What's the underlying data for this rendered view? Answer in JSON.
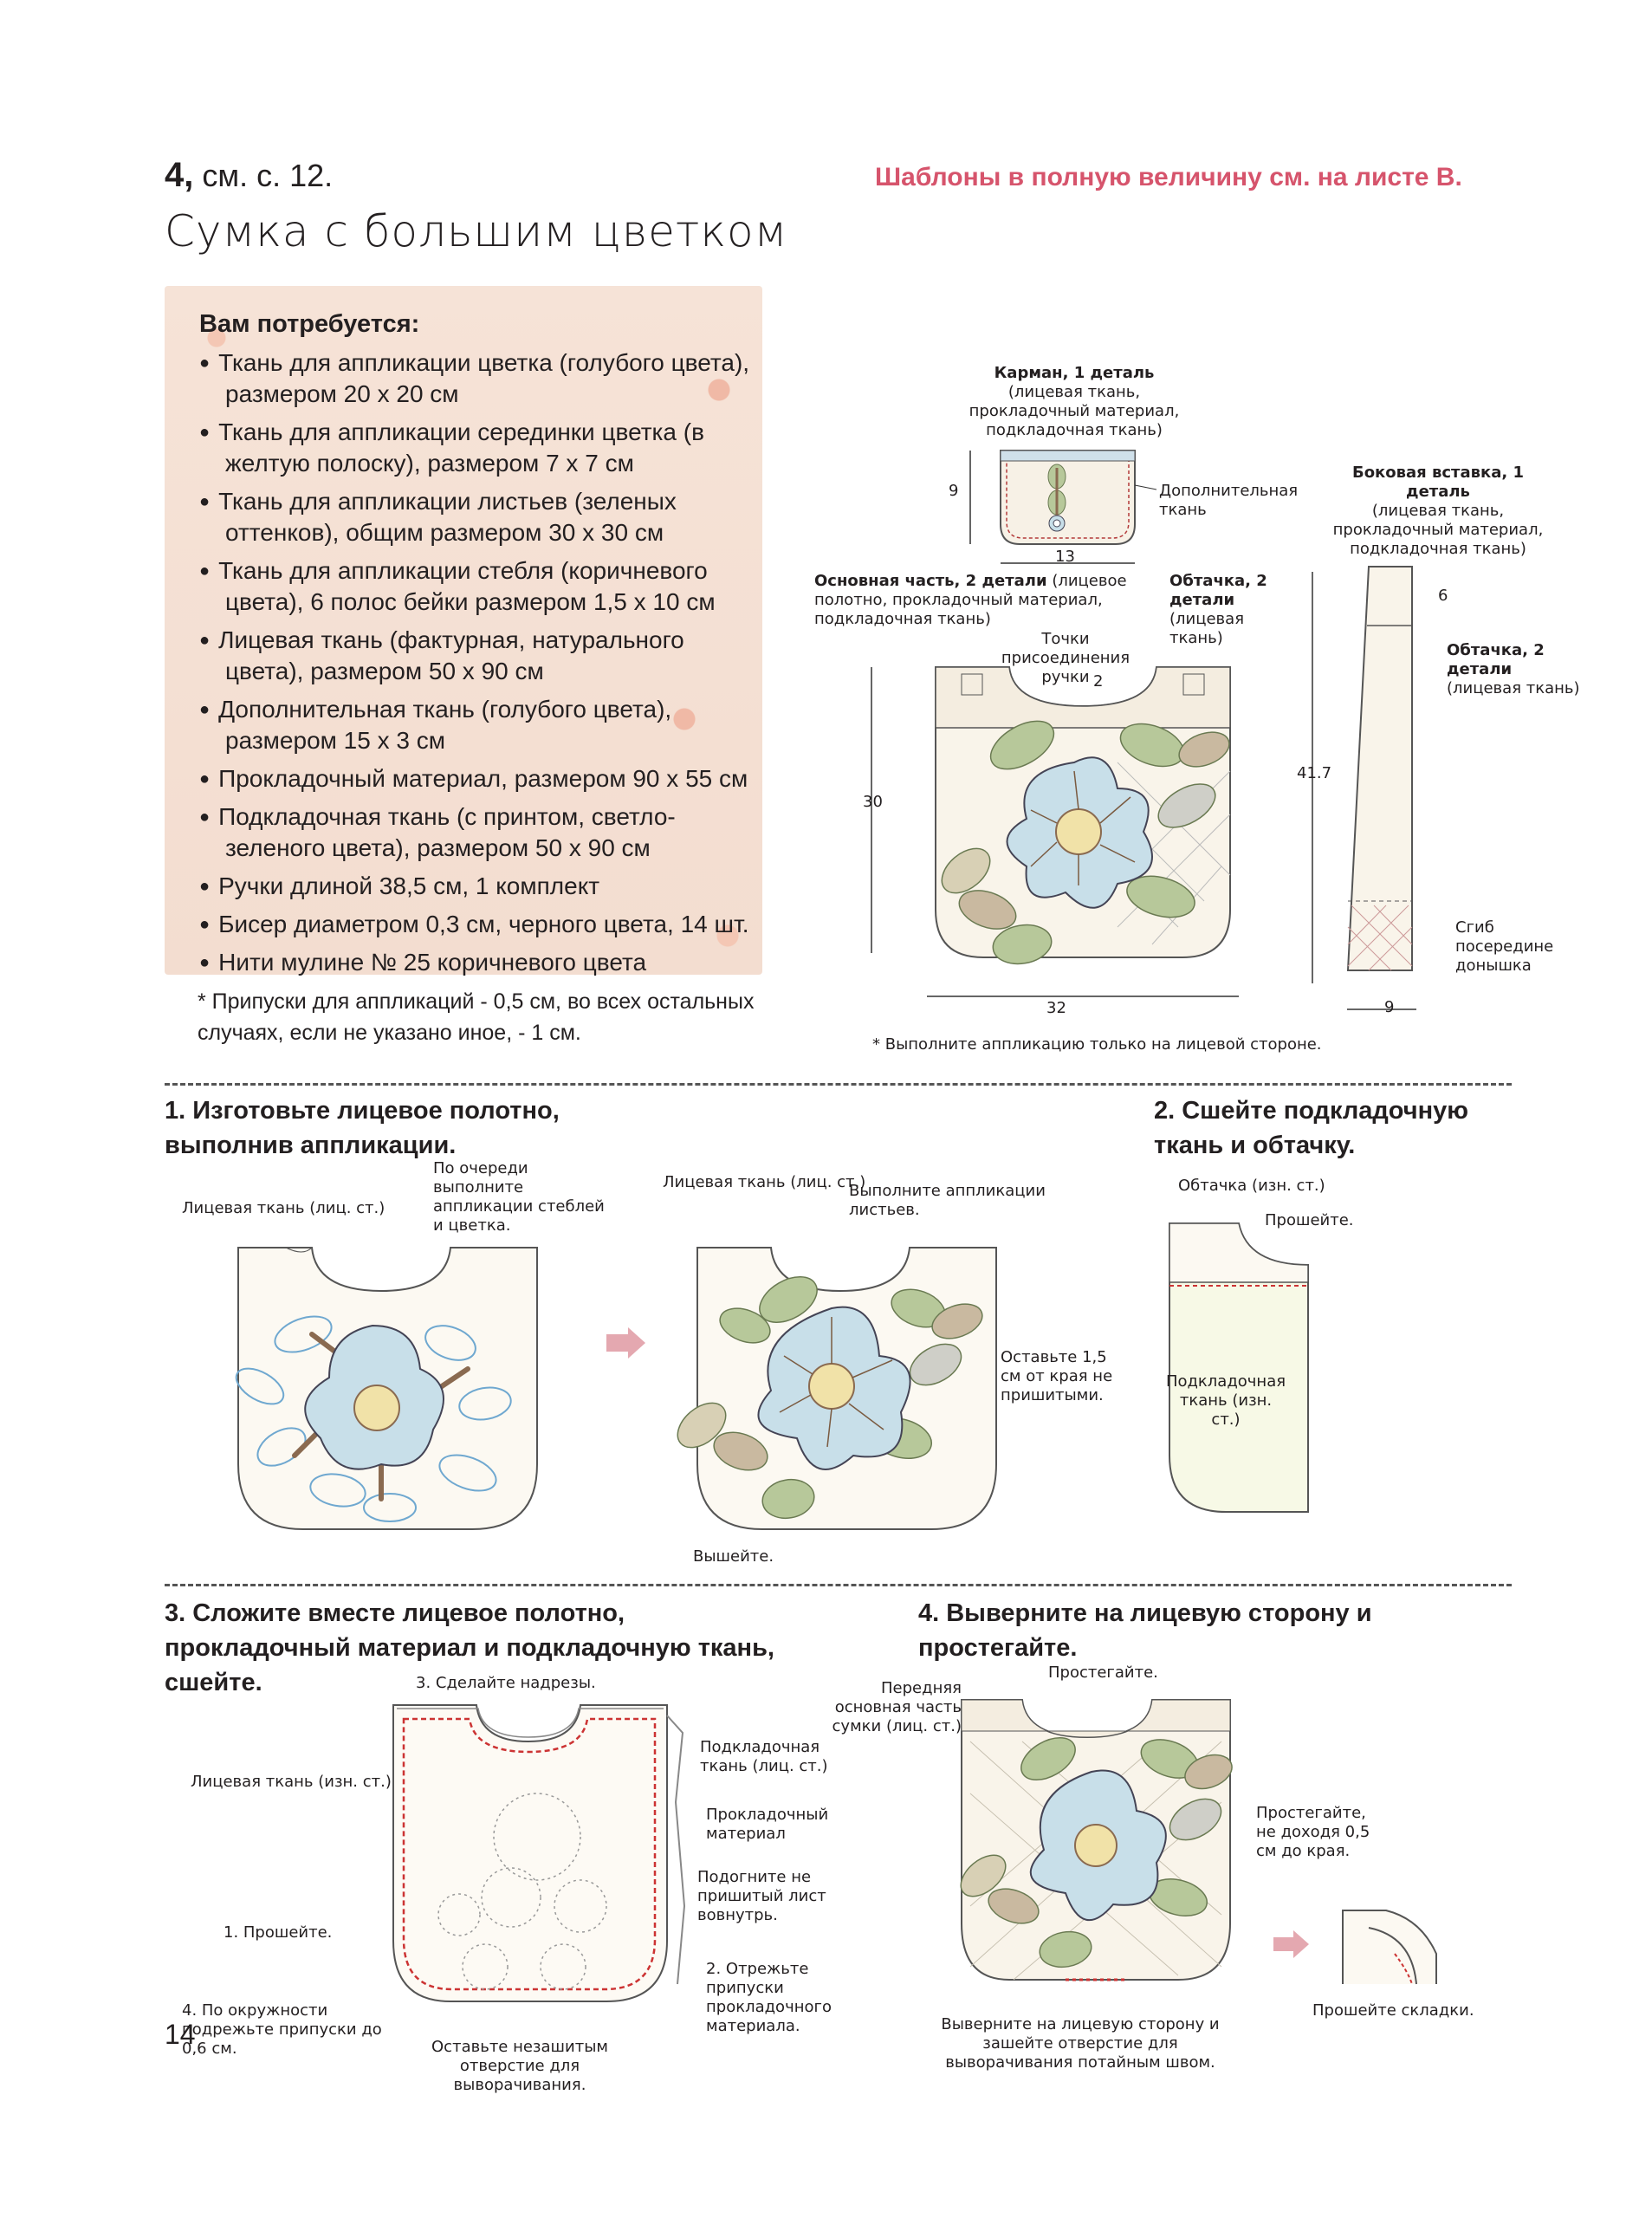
{
  "header": {
    "ref_num": "4,",
    "ref_text": " см. с. 12.",
    "title": "Сумка с большим цветком",
    "templates_note": "Шаблоны в полную величину см. на листе В."
  },
  "materials": {
    "heading": "Вам потребуется:",
    "items": [
      "Ткань для аппликации цветка (голубого цвета), размером 20 х 20 см",
      "Ткань для аппликации серединки цветка (в желтую полоску), размером 7 х 7 см",
      "Ткань для аппликации листьев (зеленых оттенков), общим размером 30 х 30 см",
      "Ткань для аппликации стебля (коричневого цвета), 6 полос бейки размером 1,5 х 10 см",
      "Лицевая ткань (фактурная, натурального цвета), размером 50 х 90 см",
      "Дополнительная ткань (голубого цвета), размером 15 х 3 см",
      "Прокладочный материал, размером 90 х 55 см",
      "Подкладочная ткань (с принтом, светло-зеленого цвета), размером 50 х 90 см",
      "Ручки длиной 38,5 см, 1 комплект",
      "Бисер диаметром 0,3 см, черного цвета, 14 шт.",
      "Нити мулине № 25 коричневого цвета"
    ],
    "footnote": "* Припуски для аппликаций - 0,5 см, во всех остальных случаях, если не указано иное, - 1 см."
  },
  "diagram_top": {
    "pocket_title": "Карман, 1 деталь",
    "pocket_sub": "(лицевая ткань, прокладочный материал, подкладочная ткань)",
    "pocket_dim_h": "9",
    "pocket_dim_w": "13",
    "extra_fabric": "Дополнительная ткань",
    "main_title": "Основная часть, 2 детали",
    "main_sub": "(лицевое полотно, прокладочный материал, подкладочная ткань)",
    "facing_title": "Обтачка, 2 детали",
    "facing_sub": "(лицевая ткань)",
    "handle_points": "Точки присоединения ручки",
    "dim_2": "2",
    "dim_30": "30",
    "dim_32": "32",
    "side_title": "Боковая вставка, 1 деталь",
    "side_sub": "(лицевая ткань, прокладочный материал, подкладочная ткань)",
    "dim_6": "6",
    "side_facing_title": "Обтачка, 2 детали",
    "side_facing_sub": "(лицевая ткань)",
    "dim_417": "41.7",
    "fold_note": "Сгиб посередине донышка",
    "dim_9": "9",
    "applique_note": "* Выполните аппликацию только на лицевой стороне."
  },
  "step1": {
    "heading": "1. Изготовьте лицевое полотно, выполнив аппликации.",
    "face_fabric": "Лицевая ткань (лиц. ст.)",
    "stems_note": "По очереди выполните аппликации стеблей и цветка.",
    "face_fabric2": "Лицевая ткань (лиц. ст.)",
    "leaves_note": "Выполните аппликации листьев.",
    "leave_note": "Оставьте 1,5 см от края не пришитыми.",
    "embroider": "Вышейте."
  },
  "step2": {
    "heading": "2. Сшейте подкладочную ткань и обтачку.",
    "facing": "Обтачка (изн. ст.)",
    "sew": "Прошейте.",
    "lining": "Подкладочная ткань (изн. ст.)"
  },
  "step3": {
    "heading": "3. Сложите вместе лицевое полотно, прокладочный материал и подкладочную ткань, сшейте.",
    "notches": "3. Сделайте надрезы.",
    "lining": "Подкладочная ткань (лиц. ст.)",
    "face": "Лицевая ткань (изн. ст.)",
    "batting": "Прокладочный материал",
    "tuck": "Подогните не пришитый лист вовнутрь.",
    "sew1": "1. Прошейте.",
    "trim": "2. Отрежьте припуски прокладочного материала.",
    "trim_curve": "4. По окружности подрежьте припуски до 0,6 см.",
    "opening": "Оставьте незашитым отверстие для выворачивания."
  },
  "step4": {
    "heading": "4. Выверните на лицевую сторону и простегайте.",
    "quilt": "Простегайте.",
    "front": "Передняя основная часть сумки (лиц. ст.)",
    "quilt_edge": "Простегайте, не доходя 0,5 см до края.",
    "turn": "Выверните на лицевую сторону и зашейте отверстие для выворачивания потайным швом.",
    "pleats": "Прошейте складки."
  },
  "page_number": "14",
  "colors": {
    "accent_pink": "#d6546c",
    "leaf_green": "#b7c89a",
    "flower_blue": "#c8dfe9",
    "stem_brown": "#8a6a50"
  }
}
